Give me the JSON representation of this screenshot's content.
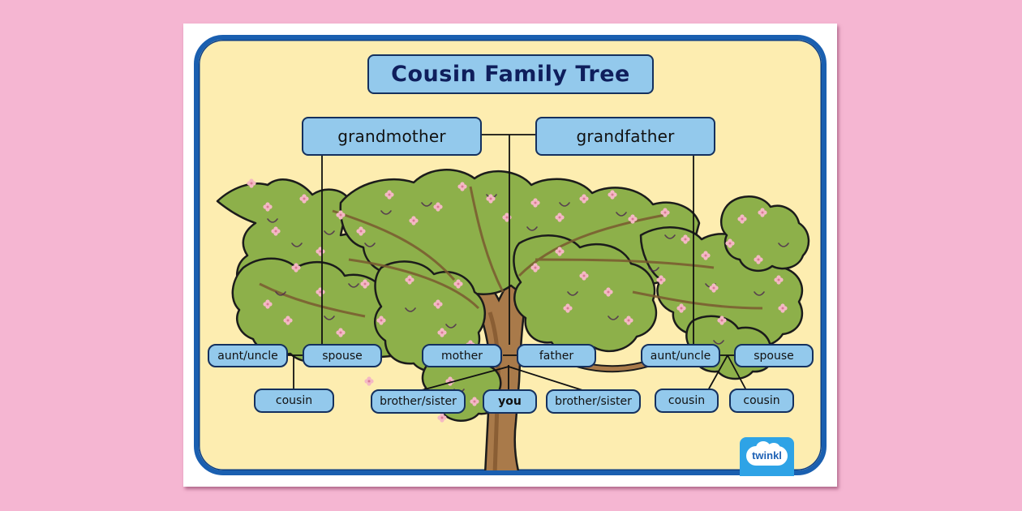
{
  "title": "Cousin Family Tree",
  "grandparents": {
    "grandmother": "grandmother",
    "grandfather": "grandfather"
  },
  "parents_row": [
    {
      "id": "aunt-uncle-left",
      "label": "aunt/uncle"
    },
    {
      "id": "spouse-left",
      "label": "spouse"
    },
    {
      "id": "mother",
      "label": "mother"
    },
    {
      "id": "father",
      "label": "father"
    },
    {
      "id": "aunt-uncle-right",
      "label": "aunt/uncle"
    },
    {
      "id": "spouse-right",
      "label": "spouse"
    }
  ],
  "children_row": [
    {
      "id": "cousin-left",
      "label": "cousin"
    },
    {
      "id": "brother-sister-left",
      "label": "brother/sister"
    },
    {
      "id": "you",
      "label": "you"
    },
    {
      "id": "brother-sister-right",
      "label": "brother/sister"
    },
    {
      "id": "cousin-right-1",
      "label": "cousin"
    },
    {
      "id": "cousin-right-2",
      "label": "cousin"
    }
  ],
  "logo": {
    "text": "twinkl"
  },
  "colors": {
    "background": "#f5b6d2",
    "frame_border": "#1a5fb0",
    "frame_fill": "#fdedb0",
    "box_fill": "#93c9ec",
    "box_border": "#14305e",
    "title_text": "#0f1e5c",
    "foliage": "#8db04a",
    "blossom": "#f4b8c4",
    "trunk": "#a97a4a",
    "logo_bg": "#2ea3e6"
  }
}
